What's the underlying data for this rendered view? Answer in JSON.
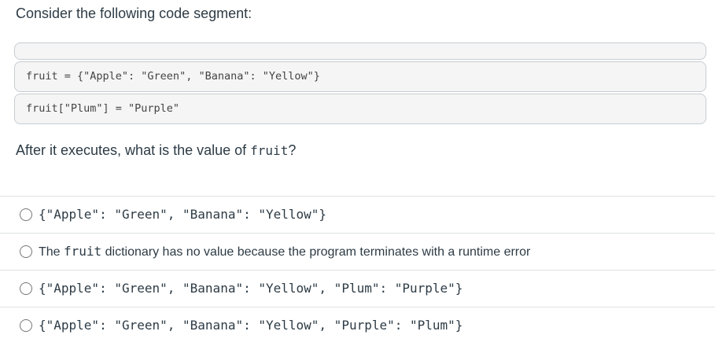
{
  "colors": {
    "text": "#2d3b45",
    "code_text": "#444444",
    "code_block_bg": "#f5f5f6",
    "code_block_border": "#c7cdd1",
    "divider": "#dfe1e2",
    "radio_border": "#767676"
  },
  "header": {
    "title": "Consider the following code segment:"
  },
  "code_blocks": [
    {
      "code": ""
    },
    {
      "code": "fruit = {\"Apple\": \"Green\", \"Banana\": \"Yellow\"}"
    },
    {
      "code": "fruit[\"Plum\"] = \"Purple\""
    }
  ],
  "question": {
    "prefix": "After it executes, what is the value of ",
    "code": "fruit",
    "suffix": "?"
  },
  "options": [
    {
      "selected": false,
      "parts": [
        {
          "mono": true,
          "text": "{\"Apple\": \"Green\", \"Banana\": \"Yellow\"}"
        }
      ]
    },
    {
      "selected": false,
      "parts": [
        {
          "mono": false,
          "text": "The "
        },
        {
          "mono": true,
          "text": "fruit"
        },
        {
          "mono": false,
          "text": " dictionary has no value because the program terminates with a runtime error"
        }
      ]
    },
    {
      "selected": false,
      "parts": [
        {
          "mono": true,
          "text": "{\"Apple\": \"Green\", \"Banana\": \"Yellow\", \"Plum\": \"Purple\"}"
        }
      ]
    },
    {
      "selected": false,
      "parts": [
        {
          "mono": true,
          "text": "{\"Apple\": \"Green\", \"Banana\": \"Yellow\", \"Purple\": \"Plum\"}"
        }
      ]
    }
  ]
}
